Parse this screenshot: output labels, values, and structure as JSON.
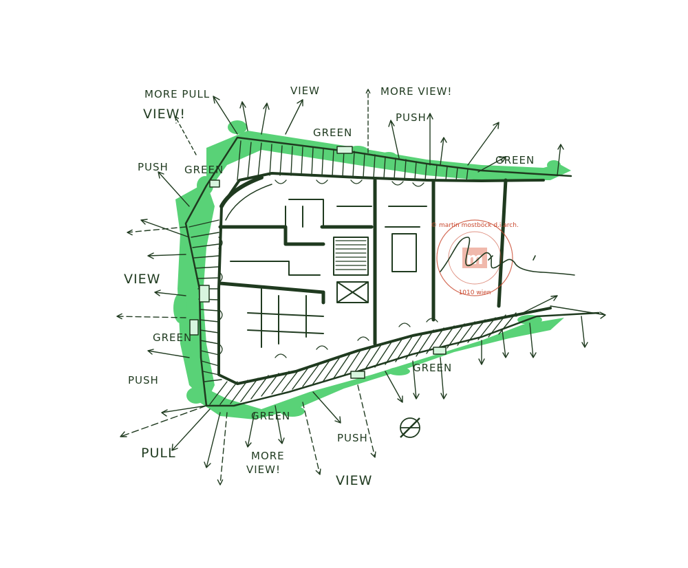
{
  "colors": {
    "ink": "#1f3a1f",
    "green": "#22c44a",
    "green_light": "#7fe09a",
    "stamp": "#c9482e",
    "paper": "#ffffff"
  },
  "annotations": {
    "more_pull": "MORE PULL",
    "view_top_left": "VIEW!",
    "view_top": "VIEW",
    "more_view_top": "MORE VIEW!",
    "push_top": "PUSH",
    "green_top_center": "GREEN",
    "green_top_right": "GREEN",
    "push_left": "PUSH",
    "green_left_top": "GREEN",
    "view_left": "VIEW",
    "green_left": "GREEN",
    "push_left_bottom": "PUSH",
    "pull_bottom": "PULL",
    "green_bottom": "GREEN",
    "more_view_bottom_1": "MORE",
    "more_view_bottom_2": "VIEW!",
    "push_bottom": "PUSH",
    "view_bottom": "VIEW",
    "green_bottom_right": "GREEN"
  },
  "stamp": {
    "logo_letter": "m",
    "ring_text": "© martin mostböck d.i.arch.",
    "inner_text": "1010 wien",
    "icon": "architect-stamp-seal"
  },
  "icons": {
    "north": "north-arrow-icon",
    "signature": "handwritten-signature"
  }
}
